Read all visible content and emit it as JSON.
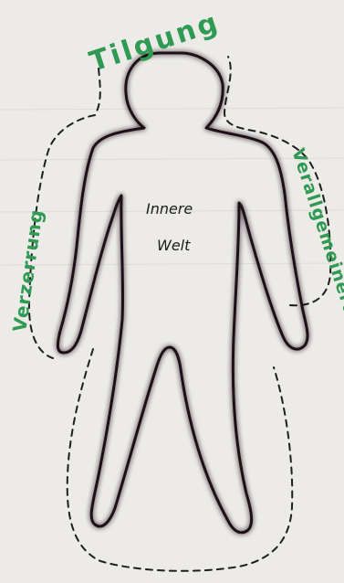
{
  "labels": {
    "top": "Tilgung",
    "left": "Verzerrung",
    "right": "Verallgemeinerung",
    "center_line1": "Innere",
    "center_line2": "Welt"
  },
  "colors": {
    "paper": "#ecebe8",
    "label_green": "#2f9a54",
    "outline": "#1c1216",
    "aura_outer": "#d04a55",
    "aura_mid": "#e6c66a",
    "aura_inner": "#8fa4d6"
  }
}
